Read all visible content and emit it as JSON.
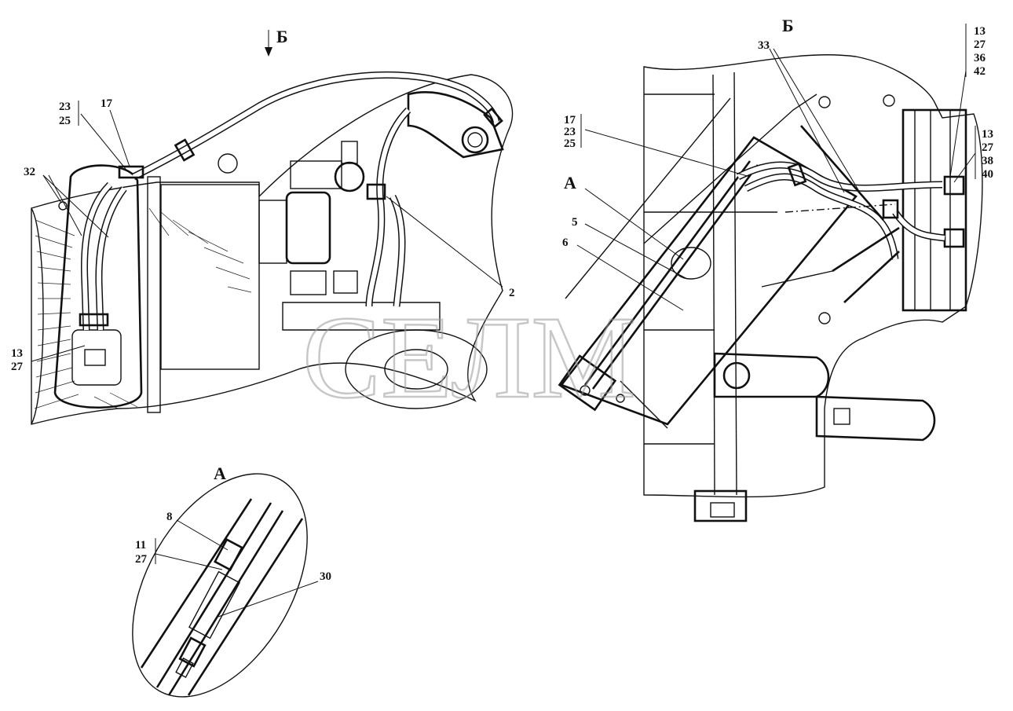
{
  "watermark": "СЕЛМ",
  "views": {
    "view_b_arrow_label": "Б",
    "view_b_title": "Б",
    "view_a_marker": "А",
    "view_a_title": "А"
  },
  "callouts": {
    "left_23": "23",
    "left_25": "25",
    "left_17": "17",
    "left_32": "32",
    "left_13": "13",
    "left_27": "27",
    "left_2": "2",
    "right_17": "17",
    "right_23": "23",
    "right_25": "25",
    "right_5": "5",
    "right_6": "6",
    "right_33": "33",
    "right_top_13": "13",
    "right_top_27": "27",
    "right_top_36": "36",
    "right_top_42": "42",
    "right_mid_13": "13",
    "right_mid_27": "27",
    "right_mid_38": "38",
    "right_mid_40": "40",
    "detail_8": "8",
    "detail_11": "11",
    "detail_27": "27",
    "detail_30": "30"
  }
}
